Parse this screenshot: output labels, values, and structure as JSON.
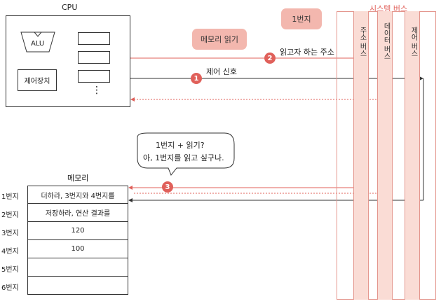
{
  "cpu": {
    "title": "CPU",
    "alu": "ALU",
    "control_unit": "제어장치",
    "more_registers": "⋮"
  },
  "system_bus": {
    "title": "시스템 버스",
    "address_bus": "주소 버스",
    "data_bus": "데이터 버스",
    "control_bus": "제어 버스"
  },
  "signals": {
    "read_memory": "메모리 읽기",
    "control_signal": "제어 신호",
    "address_value": "1번지",
    "address_desc": "읽고자 하는 주소"
  },
  "steps": [
    "1",
    "2",
    "3"
  ],
  "speech": {
    "line1": "1번지 + 읽기?",
    "line2": "아, 1번지를 읽고 싶구나."
  },
  "memory": {
    "title": "메모리",
    "rows": [
      {
        "addr": "1번지",
        "content": "더하라, 3번지와 4번지를"
      },
      {
        "addr": "2번지",
        "content": "저장하라, 연산 결과를"
      },
      {
        "addr": "3번지",
        "content": "120"
      },
      {
        "addr": "4번지",
        "content": "100"
      },
      {
        "addr": "5번지",
        "content": ""
      },
      {
        "addr": "6번지",
        "content": ""
      }
    ]
  }
}
